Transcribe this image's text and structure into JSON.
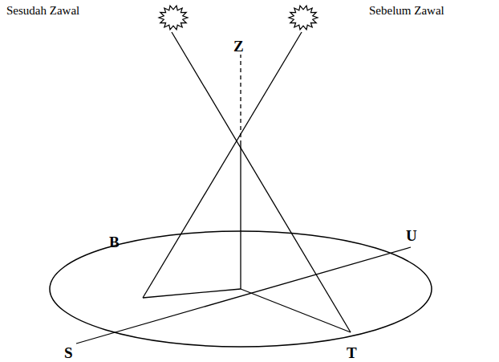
{
  "diagram": {
    "labels": [
      "Sesudah Zawal",
      "Sebelum Zawal",
      "Z",
      "B",
      "U",
      "S",
      "T"
    ]
  }
}
